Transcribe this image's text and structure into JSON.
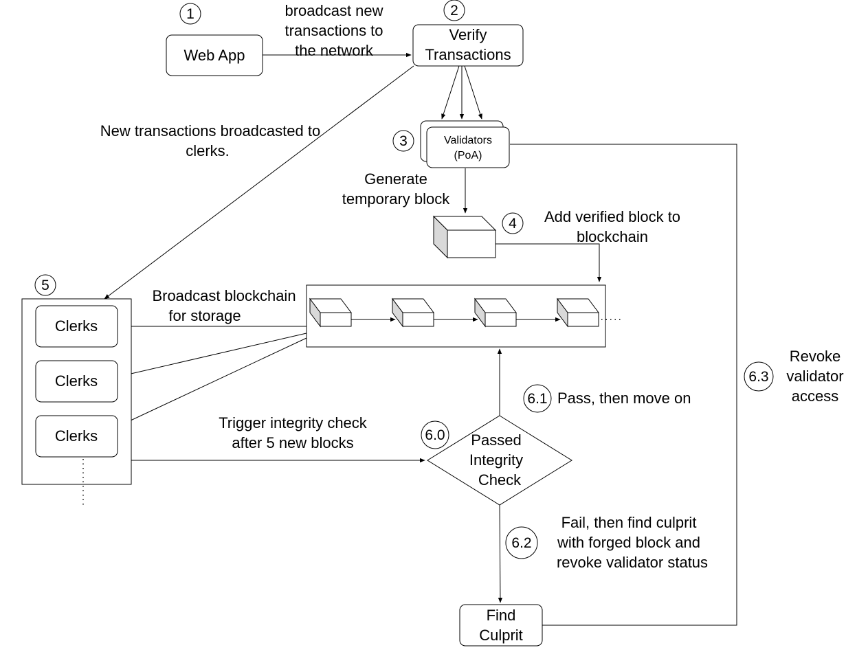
{
  "nodes": {
    "web_app": "Web App",
    "verify": [
      "Verify",
      "Transactions"
    ],
    "validators": [
      "Validators",
      "(PoA)"
    ],
    "clerks": [
      "Clerks",
      "Clerks",
      "Clerks"
    ],
    "decision": [
      "Passed",
      "Integrity",
      "Check"
    ],
    "find_culprit": [
      "Find",
      "Culprit"
    ]
  },
  "step_numbers": [
    "1",
    "2",
    "3",
    "4",
    "5",
    "6.0",
    "6.1",
    "6.2",
    "6.3"
  ],
  "labels": {
    "broadcast_new": [
      "broadcast new",
      "transactions to",
      "the network"
    ],
    "new_tx_clerks": [
      "New transactions broadcasted to",
      "clerks."
    ],
    "generate_temp": [
      "Generate",
      "temporary block"
    ],
    "add_verified": [
      "Add verified block to",
      "blockchain"
    ],
    "broadcast_chain": [
      "Broadcast blockchain",
      "for storage"
    ],
    "trigger_check": [
      "Trigger integrity check",
      "after 5 new blocks"
    ],
    "pass": "Pass, then move on",
    "fail": [
      "Fail, then find culprit",
      "with forged block and",
      "revoke validator status"
    ],
    "revoke": [
      "Revoke",
      "validator",
      "access"
    ]
  },
  "colors": {
    "stroke": "#000000",
    "block_side": "#dcdcdc",
    "block_front": "#ffffff"
  }
}
